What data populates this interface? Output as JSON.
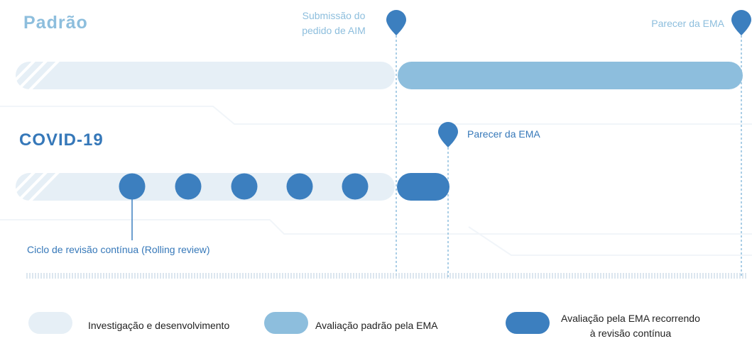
{
  "standard": {
    "title": "Padrão",
    "submission_label_line1": "Submissão do",
    "submission_label_line2": "pedido de AIM",
    "opinion_label": "Parecer da EMA"
  },
  "covid": {
    "title": "COVID-19",
    "opinion_label": "Parecer da EMA",
    "rolling_review_label": "Ciclo de revisão contínua (Rolling review)",
    "review_cycle_count": 5
  },
  "legend": {
    "research_label": "Investigação e desenvolvimento",
    "standard_label": "Avaliação padrão pela EMA",
    "rolling_label_line1": "Avaliação pela EMA recorrendo",
    "rolling_label_line2": "à revisão contínua"
  },
  "colors": {
    "research": "#e6eff6",
    "standard": "#8dbedd",
    "rolling": "#3c7fbf",
    "standard_text": "#8dbedd",
    "covid_text": "#3678b9"
  }
}
